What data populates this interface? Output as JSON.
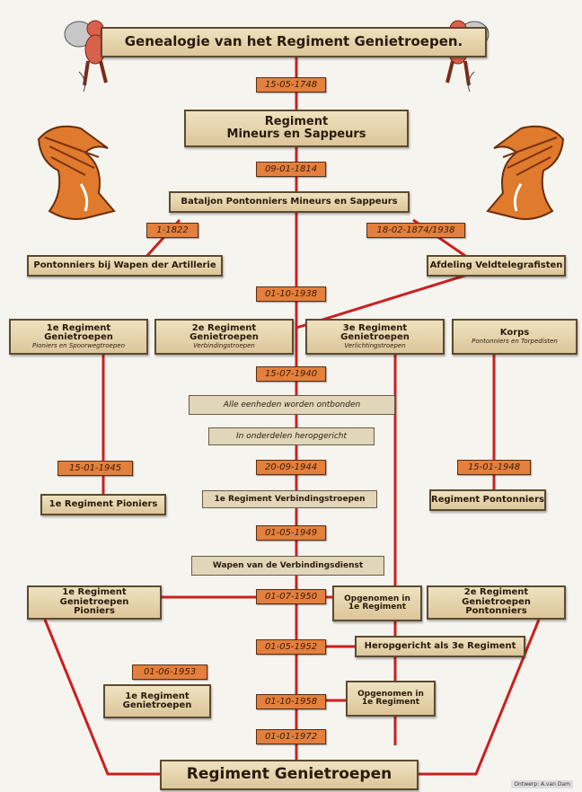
{
  "title": "Genealogie van het Regiment Genietroepen.",
  "boxes": {
    "mineurs": {
      "line1": "Regiment",
      "line2": "Mineurs en Sappeurs"
    },
    "bataljon": "Bataljon Pontonniers Mineurs en Sappeurs",
    "pontonniers_artillerie": "Pontonniers bij Wapen der Artillerie",
    "veldtelegrafisten": "Afdeling Veldtelegrafisten",
    "r1": {
      "line1": "1e Regiment Genietroepen",
      "sub": "Pioniers en Spoorwegtroepen"
    },
    "r2": {
      "line1": "2e Regiment Genietroepen",
      "sub": "Verbindingstroepen"
    },
    "r3": {
      "line1": "3e Regiment Genietroepen",
      "sub": "Verlichtingstroepen"
    },
    "korps": {
      "line1": "Korps",
      "sub": "Pontonniers en Torpedisten"
    },
    "pioniers1": "1e Regiment Pioniers",
    "pontonniers_reg": "Regiment Pontonniers",
    "r1_pioniers": {
      "line1": "1e Regiment Genietroepen",
      "line2": "Pioniers"
    },
    "r2_pontonniers": {
      "line1": "2e Regiment Genietroepen",
      "line2": "Pontonniers"
    },
    "opgenomen1": {
      "line1": "Opgenomen in",
      "line2": "1e Regiment"
    },
    "heropgericht": "Heropgericht als 3e Regiment",
    "r1_genie": {
      "line1": "1e Regiment",
      "line2": "Genietroepen"
    },
    "opgenomen2": {
      "line1": "Opgenomen in",
      "line2": "1e Regiment"
    },
    "final": "Regiment Genietroepen"
  },
  "banners": {
    "ontbonden": "Alle eenheden worden ontbonden",
    "heropgericht": "In onderdelen heropgericht",
    "verbinding": "1e Regiment Verbindingstroepen",
    "wapen": "Wapen van de Verbindingsdienst"
  },
  "dates": {
    "d1748": "15-05-1748",
    "d1814": "09-01-1814",
    "d1822": "1-1822",
    "d1874": "18-02-1874/1938",
    "d1938": "01-10-1938",
    "d1940": "15-07-1940",
    "d1945": "15-01-1945",
    "d1948": "15-01-1948",
    "d1944": "20-09-1944",
    "d1949": "01-05-1949",
    "d1950": "01-07-1950",
    "d1952": "01-05-1952",
    "d1953": "01-06-1953",
    "d1958": "01-10-1958",
    "d1972": "01-01-1972"
  },
  "credit": "Ontwerp: A.van Dam",
  "colors": {
    "line": "#cc1f1f",
    "date": "#e3803d",
    "box": "#e6d4ac",
    "helmet": "#e07a2c"
  }
}
